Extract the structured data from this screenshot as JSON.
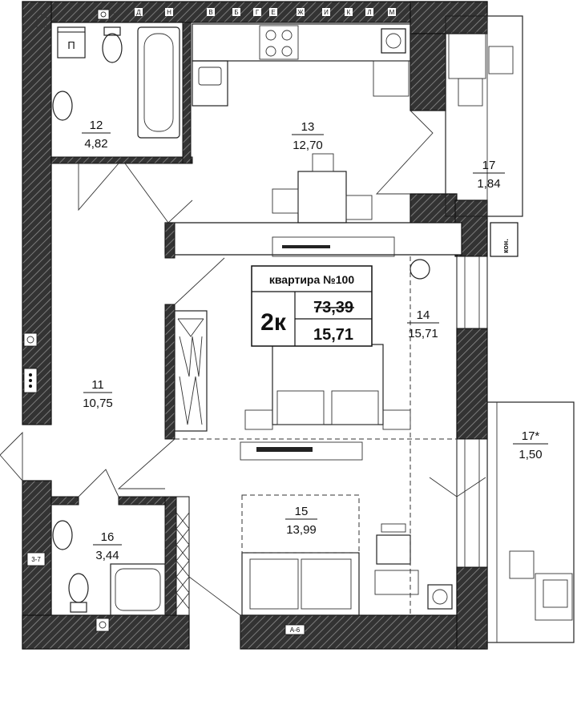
{
  "apartment": {
    "label": "квартира №100",
    "rooms_badge": "2к",
    "total_area": "73,39",
    "living_area": "15,71"
  },
  "rooms": [
    {
      "num": "11",
      "area": "10,75"
    },
    {
      "num": "12",
      "area": "4,82"
    },
    {
      "num": "13",
      "area": "12,70"
    },
    {
      "num": "14",
      "area": "15,71"
    },
    {
      "num": "15",
      "area": "13,99"
    },
    {
      "num": "16",
      "area": "3,44"
    },
    {
      "num": "17",
      "area": "1,84"
    },
    {
      "num": "17*",
      "area": "1,50"
    }
  ],
  "labels": {
    "kon": "кон.",
    "shaft": "3-7",
    "axis_a6": "А-6",
    "p_mark": "П",
    "axis_d": "Д",
    "axis_e": "Е",
    "axis_zh": "Ж",
    "axis_v": "В",
    "axis_b": "Б",
    "axis_g": "Г",
    "axis_i": "И",
    "axis_k": "К",
    "axis_l": "Л",
    "axis_m": "М",
    "axis_n": "Н"
  },
  "colors": {
    "wall_fill": "#3a3a3a",
    "hatch": "#9a9a9a",
    "line": "#111111",
    "background": "#ffffff"
  }
}
